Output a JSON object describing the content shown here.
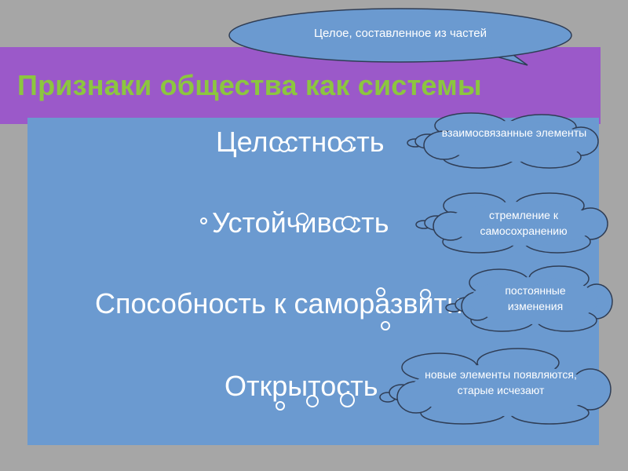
{
  "slide": {
    "title": "Признаки общества как системы",
    "definition_callout": "Целое, составленное из частей",
    "features": [
      {
        "label": "Целостность",
        "note": "взаимосвязанные элементы"
      },
      {
        "label": "Устойчивость",
        "note": "стремление к самосохранению"
      },
      {
        "label": "Способность к саморазвитию",
        "note": "постоянные изменения"
      },
      {
        "label": "Открытость",
        "note": "новые элементы появляются, старые исчезают"
      }
    ]
  },
  "colors": {
    "background": "#a6a6a6",
    "title_band": "#9b59c9",
    "title_text": "#8cc63f",
    "panel": "#6b9ad0",
    "text": "#ffffff"
  }
}
